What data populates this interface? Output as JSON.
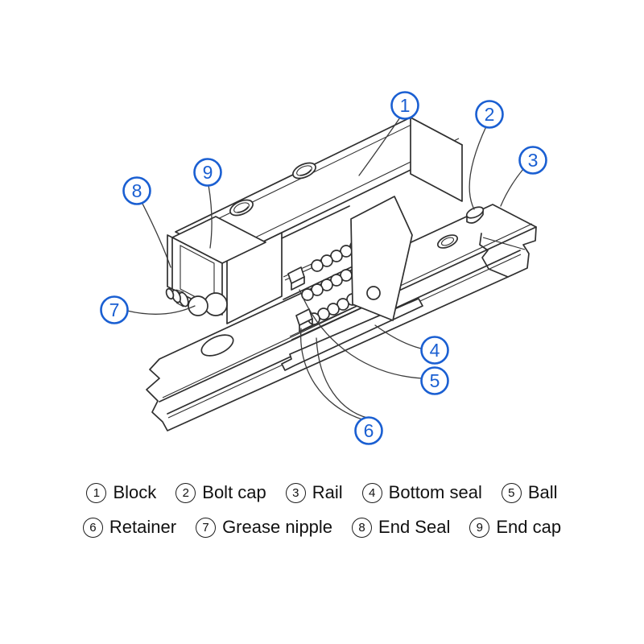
{
  "diagram": {
    "callouts": [
      {
        "number": "1",
        "part": "Block"
      },
      {
        "number": "2",
        "part": "Bolt cap"
      },
      {
        "number": "3",
        "part": "Rail"
      },
      {
        "number": "4",
        "part": "Bottom seal"
      },
      {
        "number": "5",
        "part": "Ball"
      },
      {
        "number": "6",
        "part": "Retainer"
      },
      {
        "number": "7",
        "part": "Grease nipple"
      },
      {
        "number": "8",
        "part": "End Seal"
      },
      {
        "number": "9",
        "part": "End cap"
      }
    ]
  },
  "legend": {
    "items": [
      {
        "number": "1",
        "label": "Block"
      },
      {
        "number": "2",
        "label": "Bolt cap"
      },
      {
        "number": "3",
        "label": "Rail"
      },
      {
        "number": "4",
        "label": "Bottom seal"
      },
      {
        "number": "5",
        "label": "Ball"
      },
      {
        "number": "6",
        "label": "Retainer"
      },
      {
        "number": "7",
        "label": "Grease nipple"
      },
      {
        "number": "8",
        "label": "End Seal"
      },
      {
        "number": "9",
        "label": "End cap"
      }
    ]
  },
  "colors": {
    "callout_blue": "#1a5fd2",
    "line": "#2f2f2f",
    "legend_text": "#111111",
    "background": "#ffffff"
  }
}
